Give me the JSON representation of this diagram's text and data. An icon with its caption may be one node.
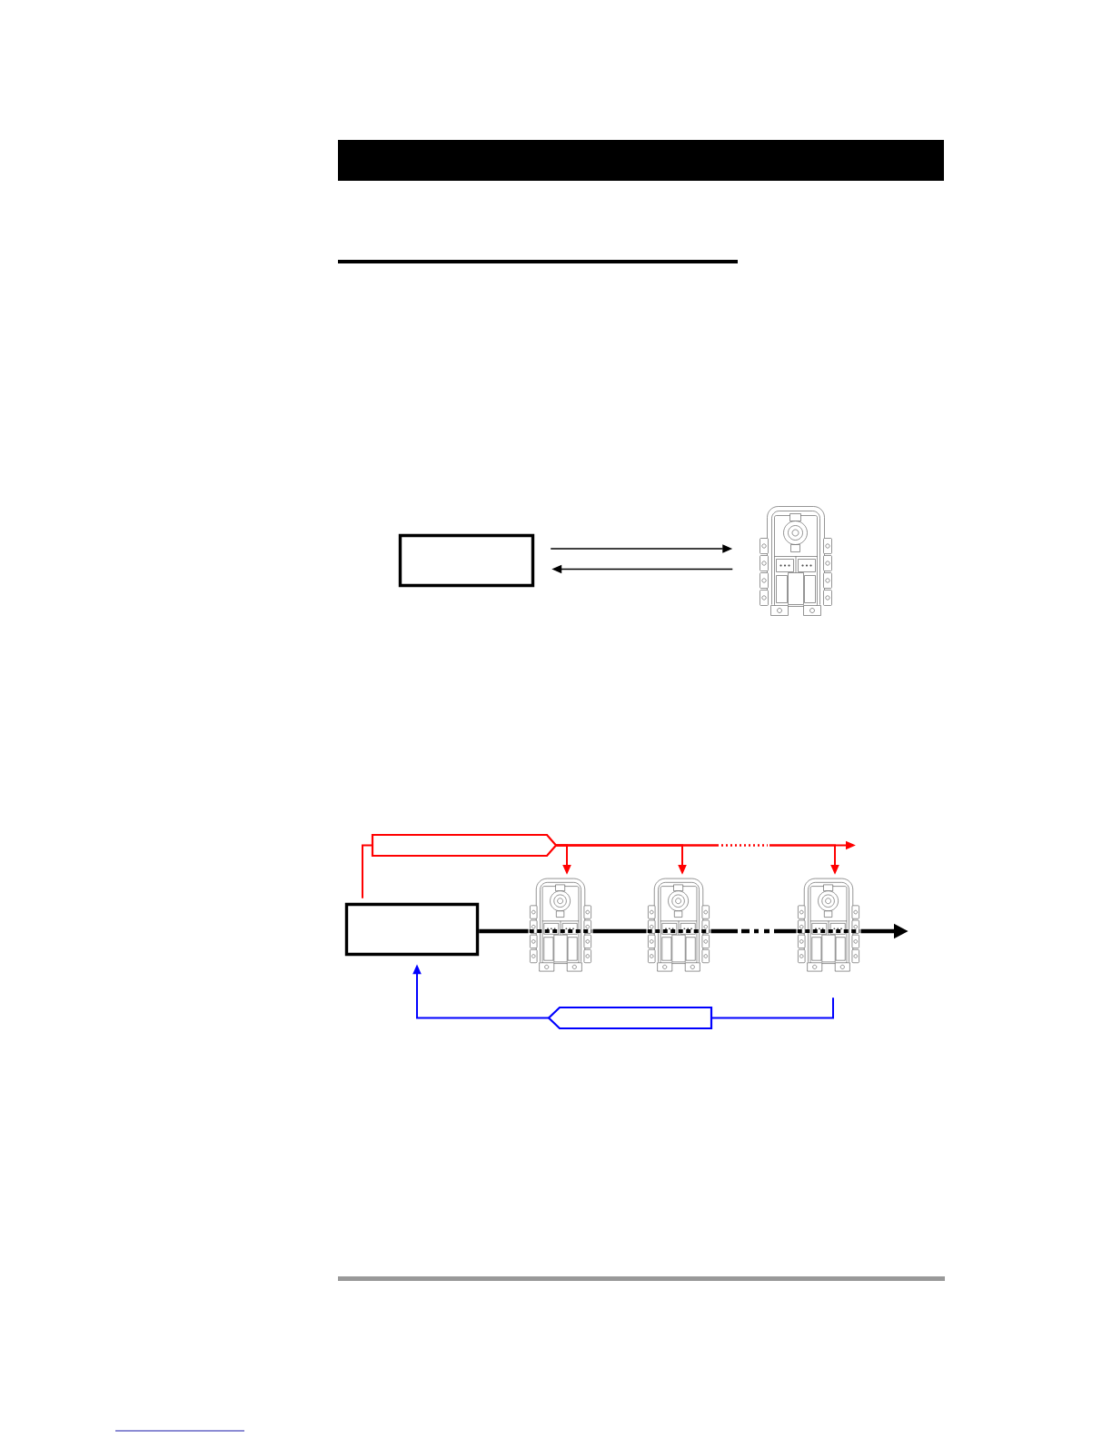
{
  "diagram": {
    "nodes": [
      {
        "text": [],
        "shape": "box"
      },
      {
        "text": [],
        "shape": "picture"
      },
      {
        "text": [],
        "shape": "tag"
      },
      {
        "text": [],
        "shape": "box"
      },
      {
        "text": [],
        "shape": "picture"
      },
      {
        "text": [],
        "shape": "picture"
      },
      {
        "text": [],
        "shape": "picture"
      },
      {
        "text": [],
        "shape": "tag"
      }
    ],
    "edges": [
      {
        "from": 0,
        "to": 1,
        "arrow": "to"
      },
      {
        "from": 1,
        "to": 0,
        "arrow": "to"
      },
      {
        "from": 3,
        "to": 2,
        "arrow": "none",
        "color": "#ff0000"
      },
      {
        "from": 2,
        "to": 4,
        "arrow": "to",
        "color": "#ff0000"
      },
      {
        "from": 2,
        "to": 5,
        "arrow": "to",
        "color": "#ff0000"
      },
      {
        "from": 2,
        "to": 6,
        "arrow": "to",
        "color": "#ff0000"
      },
      {
        "from": 2,
        "to": null,
        "arrow": "to",
        "color": "#ff0000"
      },
      {
        "from": 3,
        "to": 4,
        "arrow": "none",
        "style": "thick"
      },
      {
        "from": 4,
        "to": 5,
        "arrow": "none",
        "style": "thick"
      },
      {
        "from": 5,
        "to": 6,
        "arrow": "none",
        "style": "thick"
      },
      {
        "from": 6,
        "to": null,
        "arrow": "to",
        "style": "thick"
      },
      {
        "from": 6,
        "to": 7,
        "arrow": "none",
        "color": "#0000ff"
      },
      {
        "from": 7,
        "to": 3,
        "arrow": "to",
        "color": "#0000ff"
      }
    ]
  }
}
